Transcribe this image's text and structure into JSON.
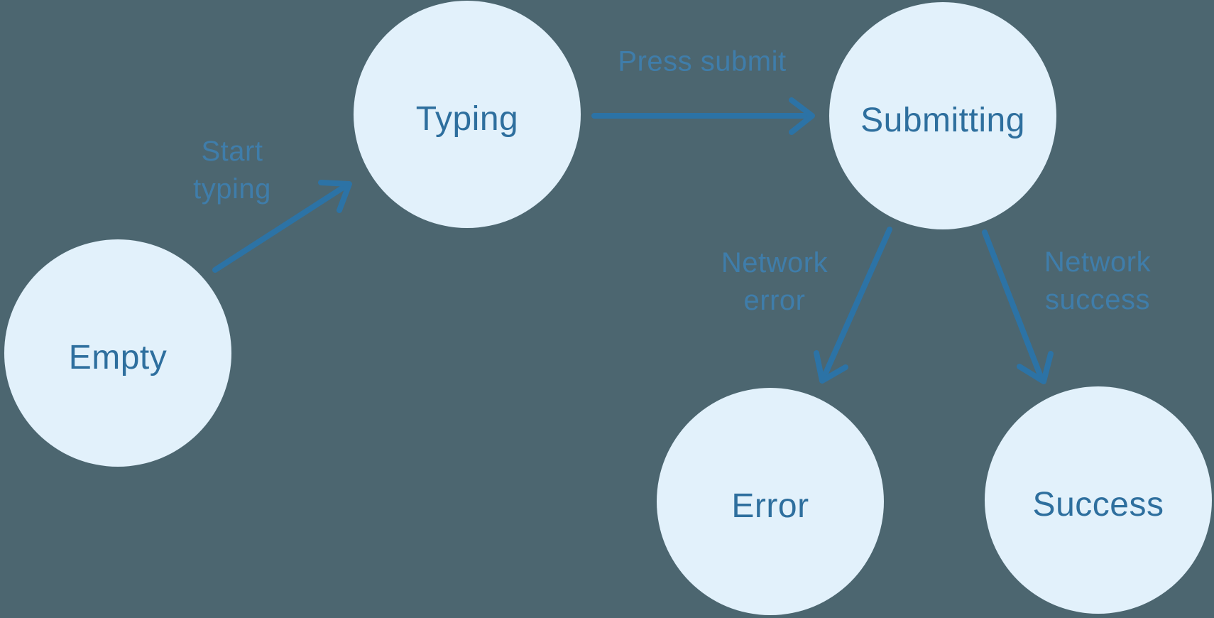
{
  "diagram": {
    "colors": {
      "background": "#4C6670",
      "node_fill": "#E2F1FB",
      "node_text": "#2E6F9E",
      "edge": "#2C73A6",
      "edge_label": "#3F7DAA"
    },
    "nodes": [
      {
        "id": "empty",
        "label": "Empty"
      },
      {
        "id": "typing",
        "label": "Typing"
      },
      {
        "id": "submitting",
        "label": "Submitting"
      },
      {
        "id": "error",
        "label": "Error"
      },
      {
        "id": "success",
        "label": "Success"
      }
    ],
    "edges": [
      {
        "from": "Empty",
        "to": "Typing",
        "label": "Start typing",
        "label_lines": [
          "Start",
          "typing"
        ]
      },
      {
        "from": "Typing",
        "to": "Submitting",
        "label": "Press submit",
        "label_lines": [
          "Press submit"
        ]
      },
      {
        "from": "Submitting",
        "to": "Error",
        "label": "Network error",
        "label_lines": [
          "Network",
          "error"
        ]
      },
      {
        "from": "Submitting",
        "to": "Success",
        "label": "Network success",
        "label_lines": [
          "Network",
          "success"
        ]
      }
    ]
  }
}
